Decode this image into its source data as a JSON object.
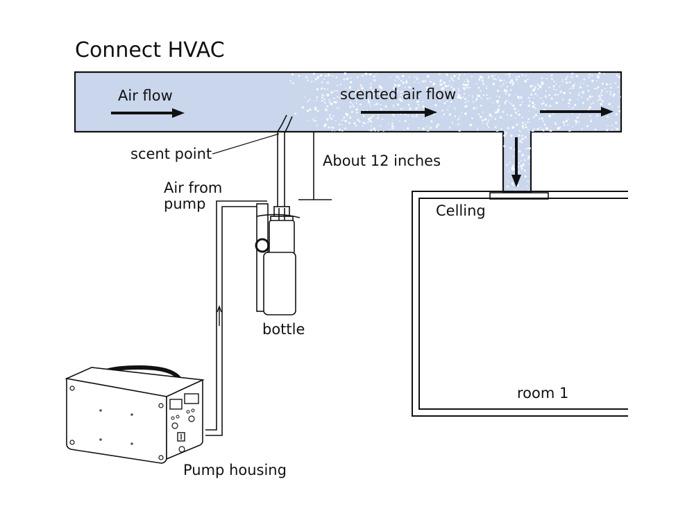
{
  "title": "Connect HVAC",
  "labels": {
    "air_flow": "Air flow",
    "scented_air_flow": "scented air flow",
    "scent_point": "scent point",
    "about_12_inches": "About 12 inches",
    "air_from_pump_line1": "Air from",
    "air_from_pump_line2": "pump",
    "ceiling": "Celling",
    "bottle": "bottle",
    "room": "room 1",
    "pump_housing": "Pump housing"
  },
  "colors": {
    "duct_fill": "#c9d6ec",
    "scent_particles": "#ffffff",
    "line": "#111111",
    "background": "#ffffff"
  },
  "icons": {
    "flow_arrow": "arrow-right-icon",
    "down_arrow": "arrow-down-icon",
    "pump": "pump-housing-icon",
    "bottle": "scent-bottle-icon"
  }
}
